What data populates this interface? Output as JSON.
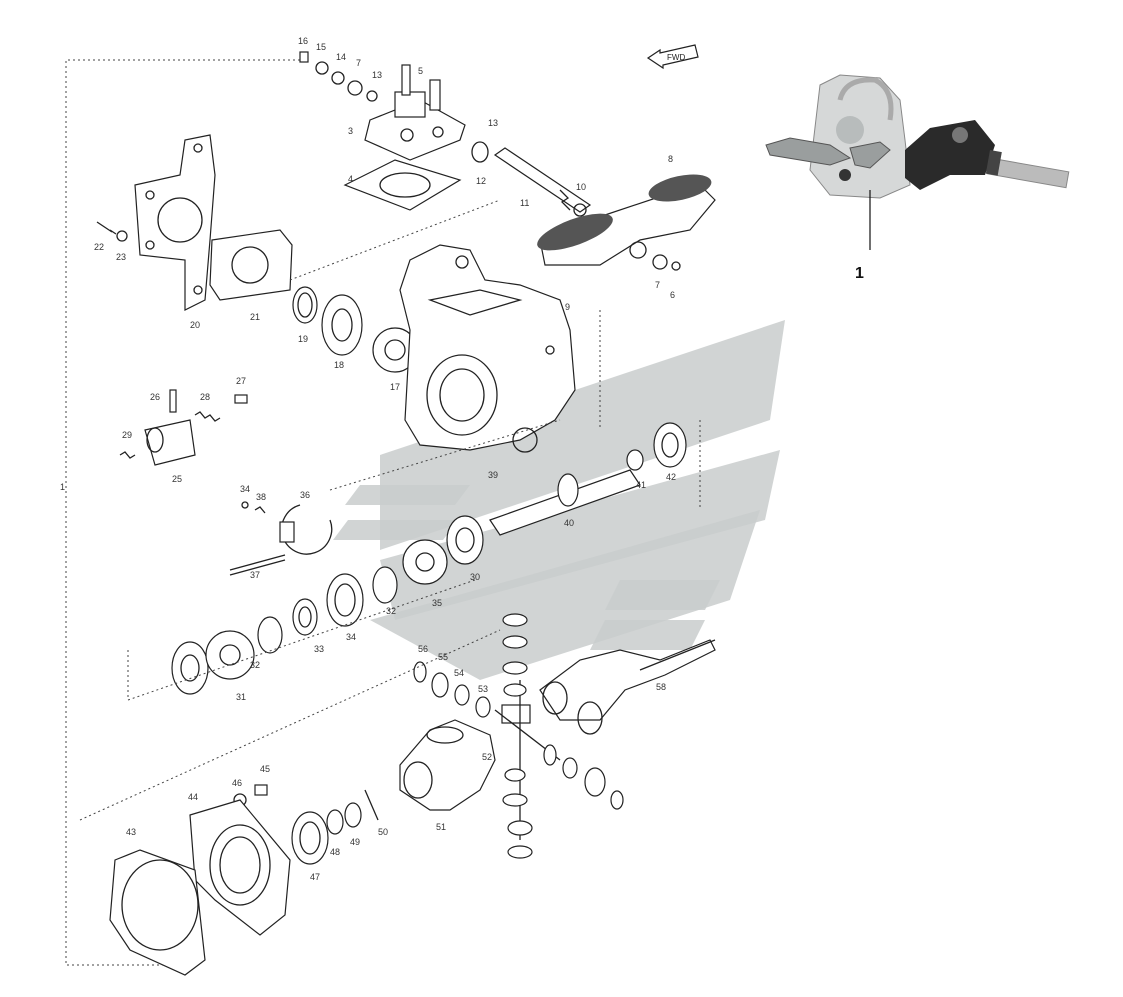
{
  "diagram": {
    "fwd_label": "FWD",
    "callout_label": "1",
    "labels": [
      "16",
      "15",
      "14",
      "7",
      "13",
      "5",
      "3",
      "4",
      "13",
      "12",
      "11",
      "10",
      "8",
      "7",
      "6",
      "9",
      "22",
      "23",
      "20",
      "21",
      "19",
      "18",
      "17",
      "26",
      "28",
      "27",
      "29",
      "25",
      "34",
      "38",
      "36",
      "37",
      "39",
      "35",
      "40",
      "41",
      "42",
      "30",
      "31",
      "32",
      "33",
      "34",
      "32",
      "56",
      "55",
      "54",
      "53",
      "58",
      "52",
      "46",
      "45",
      "44",
      "43",
      "47",
      "48",
      "49",
      "50",
      "51",
      "1"
    ]
  }
}
